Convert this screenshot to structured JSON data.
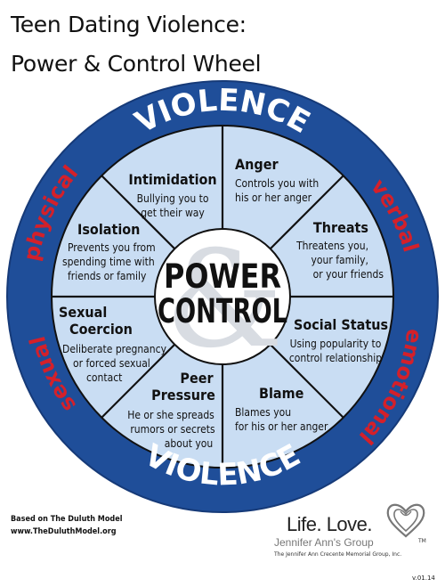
{
  "title_line1": "Teen Dating Violence:",
  "title_line2": "Power & Control Wheel",
  "rim": {
    "top": "VIOLENCE",
    "bottom": "VIOLENCE",
    "left_upper": "physical",
    "left_lower": "sexual",
    "right_upper": "verbal",
    "right_lower": "emotional"
  },
  "hub": {
    "line1": "POWER",
    "line2": "CONTROL",
    "ampersand": "&"
  },
  "segments": {
    "intimidation": {
      "heading": "Intimidation",
      "lines": [
        "Bullying you to",
        "get their way"
      ]
    },
    "anger": {
      "heading": "Anger",
      "lines": [
        "Controls you with",
        "his or her anger"
      ]
    },
    "threats": {
      "heading": "Threats",
      "lines": [
        "Threatens you,",
        "your family,",
        "or your friends"
      ]
    },
    "social_status": {
      "heading": "Social Status",
      "lines": [
        "Using popularity to",
        "control relationship"
      ]
    },
    "blame": {
      "heading": "Blame",
      "lines": [
        "Blames you",
        "for his or her anger"
      ]
    },
    "peer_pressure": {
      "heading_lines": [
        "Peer",
        "Pressure"
      ],
      "lines": [
        "He or she spreads",
        "rumors or secrets",
        "about you"
      ]
    },
    "sexual_coercion": {
      "heading_lines": [
        "Sexual",
        "Coercion"
      ],
      "lines": [
        "Deliberate pregnancy",
        "or forced sexual",
        "contact"
      ]
    },
    "isolation": {
      "heading": "Isolation",
      "lines": [
        "Prevents you from",
        "spending time with",
        "friends or family"
      ]
    }
  },
  "footer": {
    "based_on": "Based on The Duluth Model",
    "url": "www.TheDuluthModel.org",
    "brand_main": "Life. Love.",
    "brand_group": "Jennifer Ann's Group",
    "brand_tm": "TM",
    "brand_sub": "The Jennifer Ann Crecente Memorial Group, Inc.",
    "version": "v.01.14"
  },
  "colors": {
    "outer_ring": "#1f4e99",
    "ring_outline": "#163a78",
    "segment_fill": "#c9ddf3",
    "hub_fill": "#ffffff",
    "spoke": "#111111",
    "rim_text_violence": "#ffffff",
    "rim_text_abuse": "#d4202a",
    "ampersand": "#d8dce2"
  }
}
